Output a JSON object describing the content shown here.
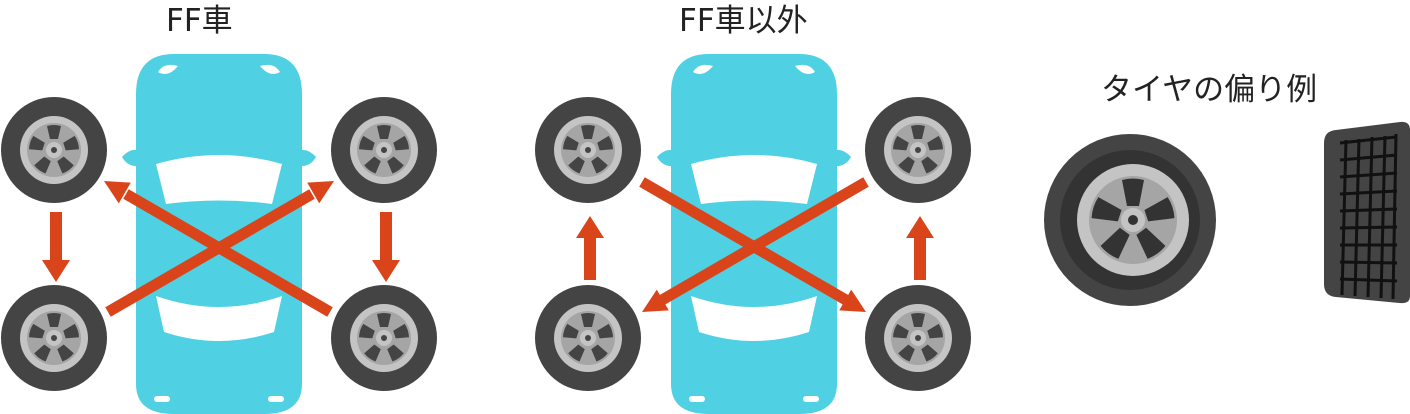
{
  "diagrams": [
    {
      "title": "FF車",
      "rotation": "front-down-rear-cross"
    },
    {
      "title": "FF車以外",
      "rotation": "rear-up-front-cross"
    }
  ],
  "wear_example": {
    "title": "タイヤの偏り例"
  },
  "colors": {
    "car_body": "#4fd1e3",
    "car_window": "#ffffff",
    "tire": "#444444",
    "rim": "#c4c4c4",
    "arrow": "#d9441a",
    "text": "#222222"
  },
  "icons": {
    "car": "car-top-view-icon",
    "tire": "tire-icon",
    "tread": "tire-tread-icon"
  }
}
